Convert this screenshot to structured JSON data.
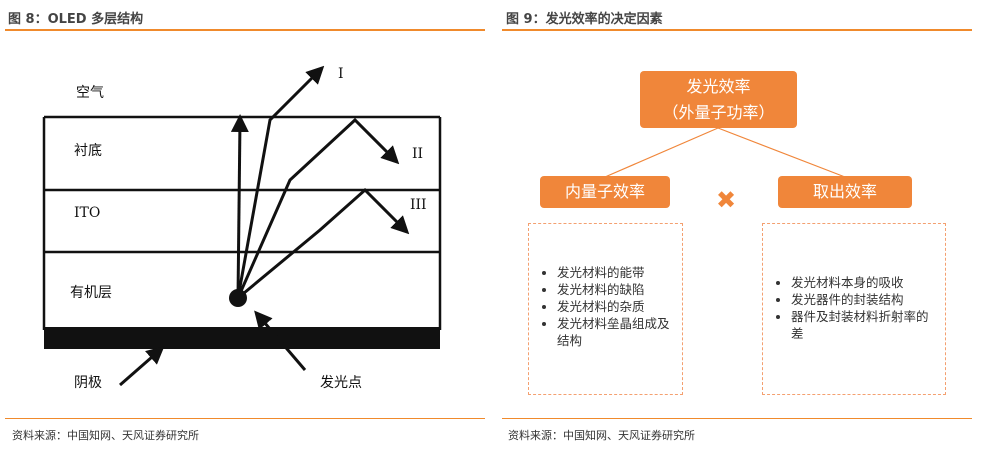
{
  "left": {
    "title": "图 8：OLED 多层结构",
    "source": "资料来源：中国知网、天风证券研究所",
    "layers": [
      "空气",
      "衬底",
      "ITO",
      "有机层"
    ],
    "cathode": "阴极",
    "emission_point": "发光点",
    "rays": [
      "I",
      "II",
      "III"
    ]
  },
  "right": {
    "title": "图 9：发光效率的决定因素",
    "source": "资料来源：中国知网、天风证券研究所",
    "top_box": {
      "line1": "发光效率",
      "line2": "（外量子功率）"
    },
    "inner_box": "内量子效率",
    "extract_box": "取出效率",
    "operator": "✖",
    "inner_items": [
      "发光材料的能带",
      "发光材料的缺陷",
      "发光材料的杂质",
      "发光材料垒晶组成及结构"
    ],
    "extract_items": [
      "发光材料本身的吸收",
      "发光器件的封装结构",
      "器件及封装材料折射率的差"
    ],
    "colors": {
      "accent": "#F0863A"
    }
  }
}
